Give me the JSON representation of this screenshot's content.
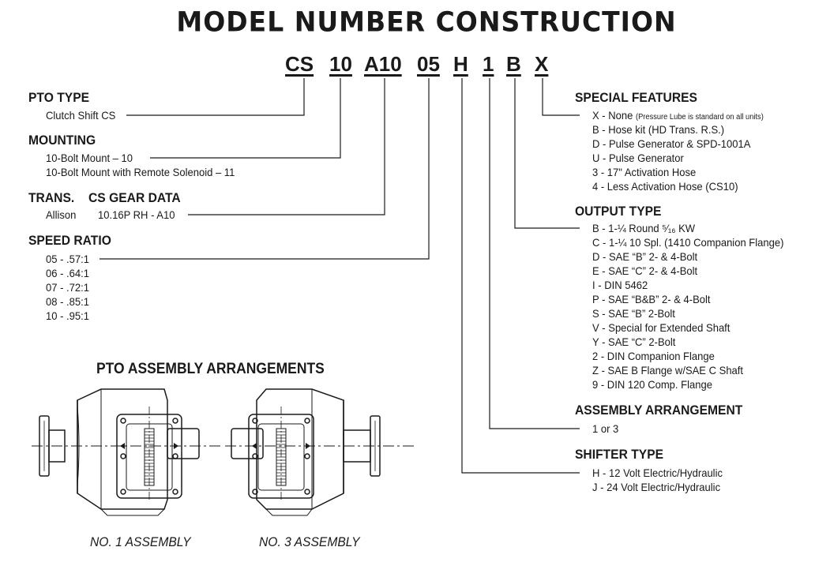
{
  "title": "MODEL NUMBER CONSTRUCTION",
  "model_code": [
    "CS",
    "10",
    "A10",
    "05",
    "H",
    "1",
    "B",
    "X"
  ],
  "left": {
    "pto_type": {
      "heading": "PTO TYPE",
      "items": [
        "Clutch Shift CS"
      ]
    },
    "mounting": {
      "heading": "MOUNTING",
      "items": [
        "10-Bolt Mount – 10",
        "10-Bolt Mount with Remote Solenoid – 11"
      ]
    },
    "trans": {
      "heading_a": "TRANS.",
      "heading_b": "CS GEAR DATA",
      "trans_value": "Allison",
      "gear_value": "10.16P RH - A10"
    },
    "speed_ratio": {
      "heading": "SPEED RATIO",
      "items": [
        "05 - .57:1",
        "06 - .64:1",
        "07 - .72:1",
        "08 - .85:1",
        "10 - .95:1"
      ]
    }
  },
  "right": {
    "special_features": {
      "heading": "SPECIAL FEATURES",
      "first_item": "X - None",
      "first_note": "(Pressure Lube is standard on all units)",
      "items": [
        "B - Hose kit (HD Trans. R.S.)",
        "D - Pulse Generator & SPD-1001A",
        "U - Pulse Generator",
        "3 - 17\" Activation Hose",
        "4 - Less Activation Hose (CS10)"
      ]
    },
    "output_type": {
      "heading": "OUTPUT TYPE",
      "items": [
        "B - 1-¼ Round ⁵⁄₁₆ KW",
        "C - 1-¼ 10 Spl. (1410 Companion Flange)",
        "D - SAE “B” 2- & 4-Bolt",
        "E - SAE “C” 2- & 4-Bolt",
        " I - DIN 5462",
        "P - SAE “B&B” 2- & 4-Bolt",
        "S - SAE “B” 2-Bolt",
        "V - Special for Extended Shaft",
        "Y - SAE “C” 2-Bolt",
        "2 - DIN Companion Flange",
        "Z - SAE B Flange w/SAE C Shaft",
        "9 - DIN 120 Comp. Flange"
      ]
    },
    "assembly_arrangement": {
      "heading": "ASSEMBLY ARRANGEMENT",
      "items": [
        "1 or 3"
      ]
    },
    "shifter_type": {
      "heading": "SHIFTER TYPE",
      "items": [
        "H - 12 Volt Electric/Hydraulic",
        "J  - 24 Volt Electric/Hydraulic"
      ]
    }
  },
  "assembly": {
    "heading": "PTO ASSEMBLY ARRANGEMENTS",
    "caption_1": "NO. 1 ASSEMBLY",
    "caption_3": "NO. 3 ASSEMBLY"
  }
}
